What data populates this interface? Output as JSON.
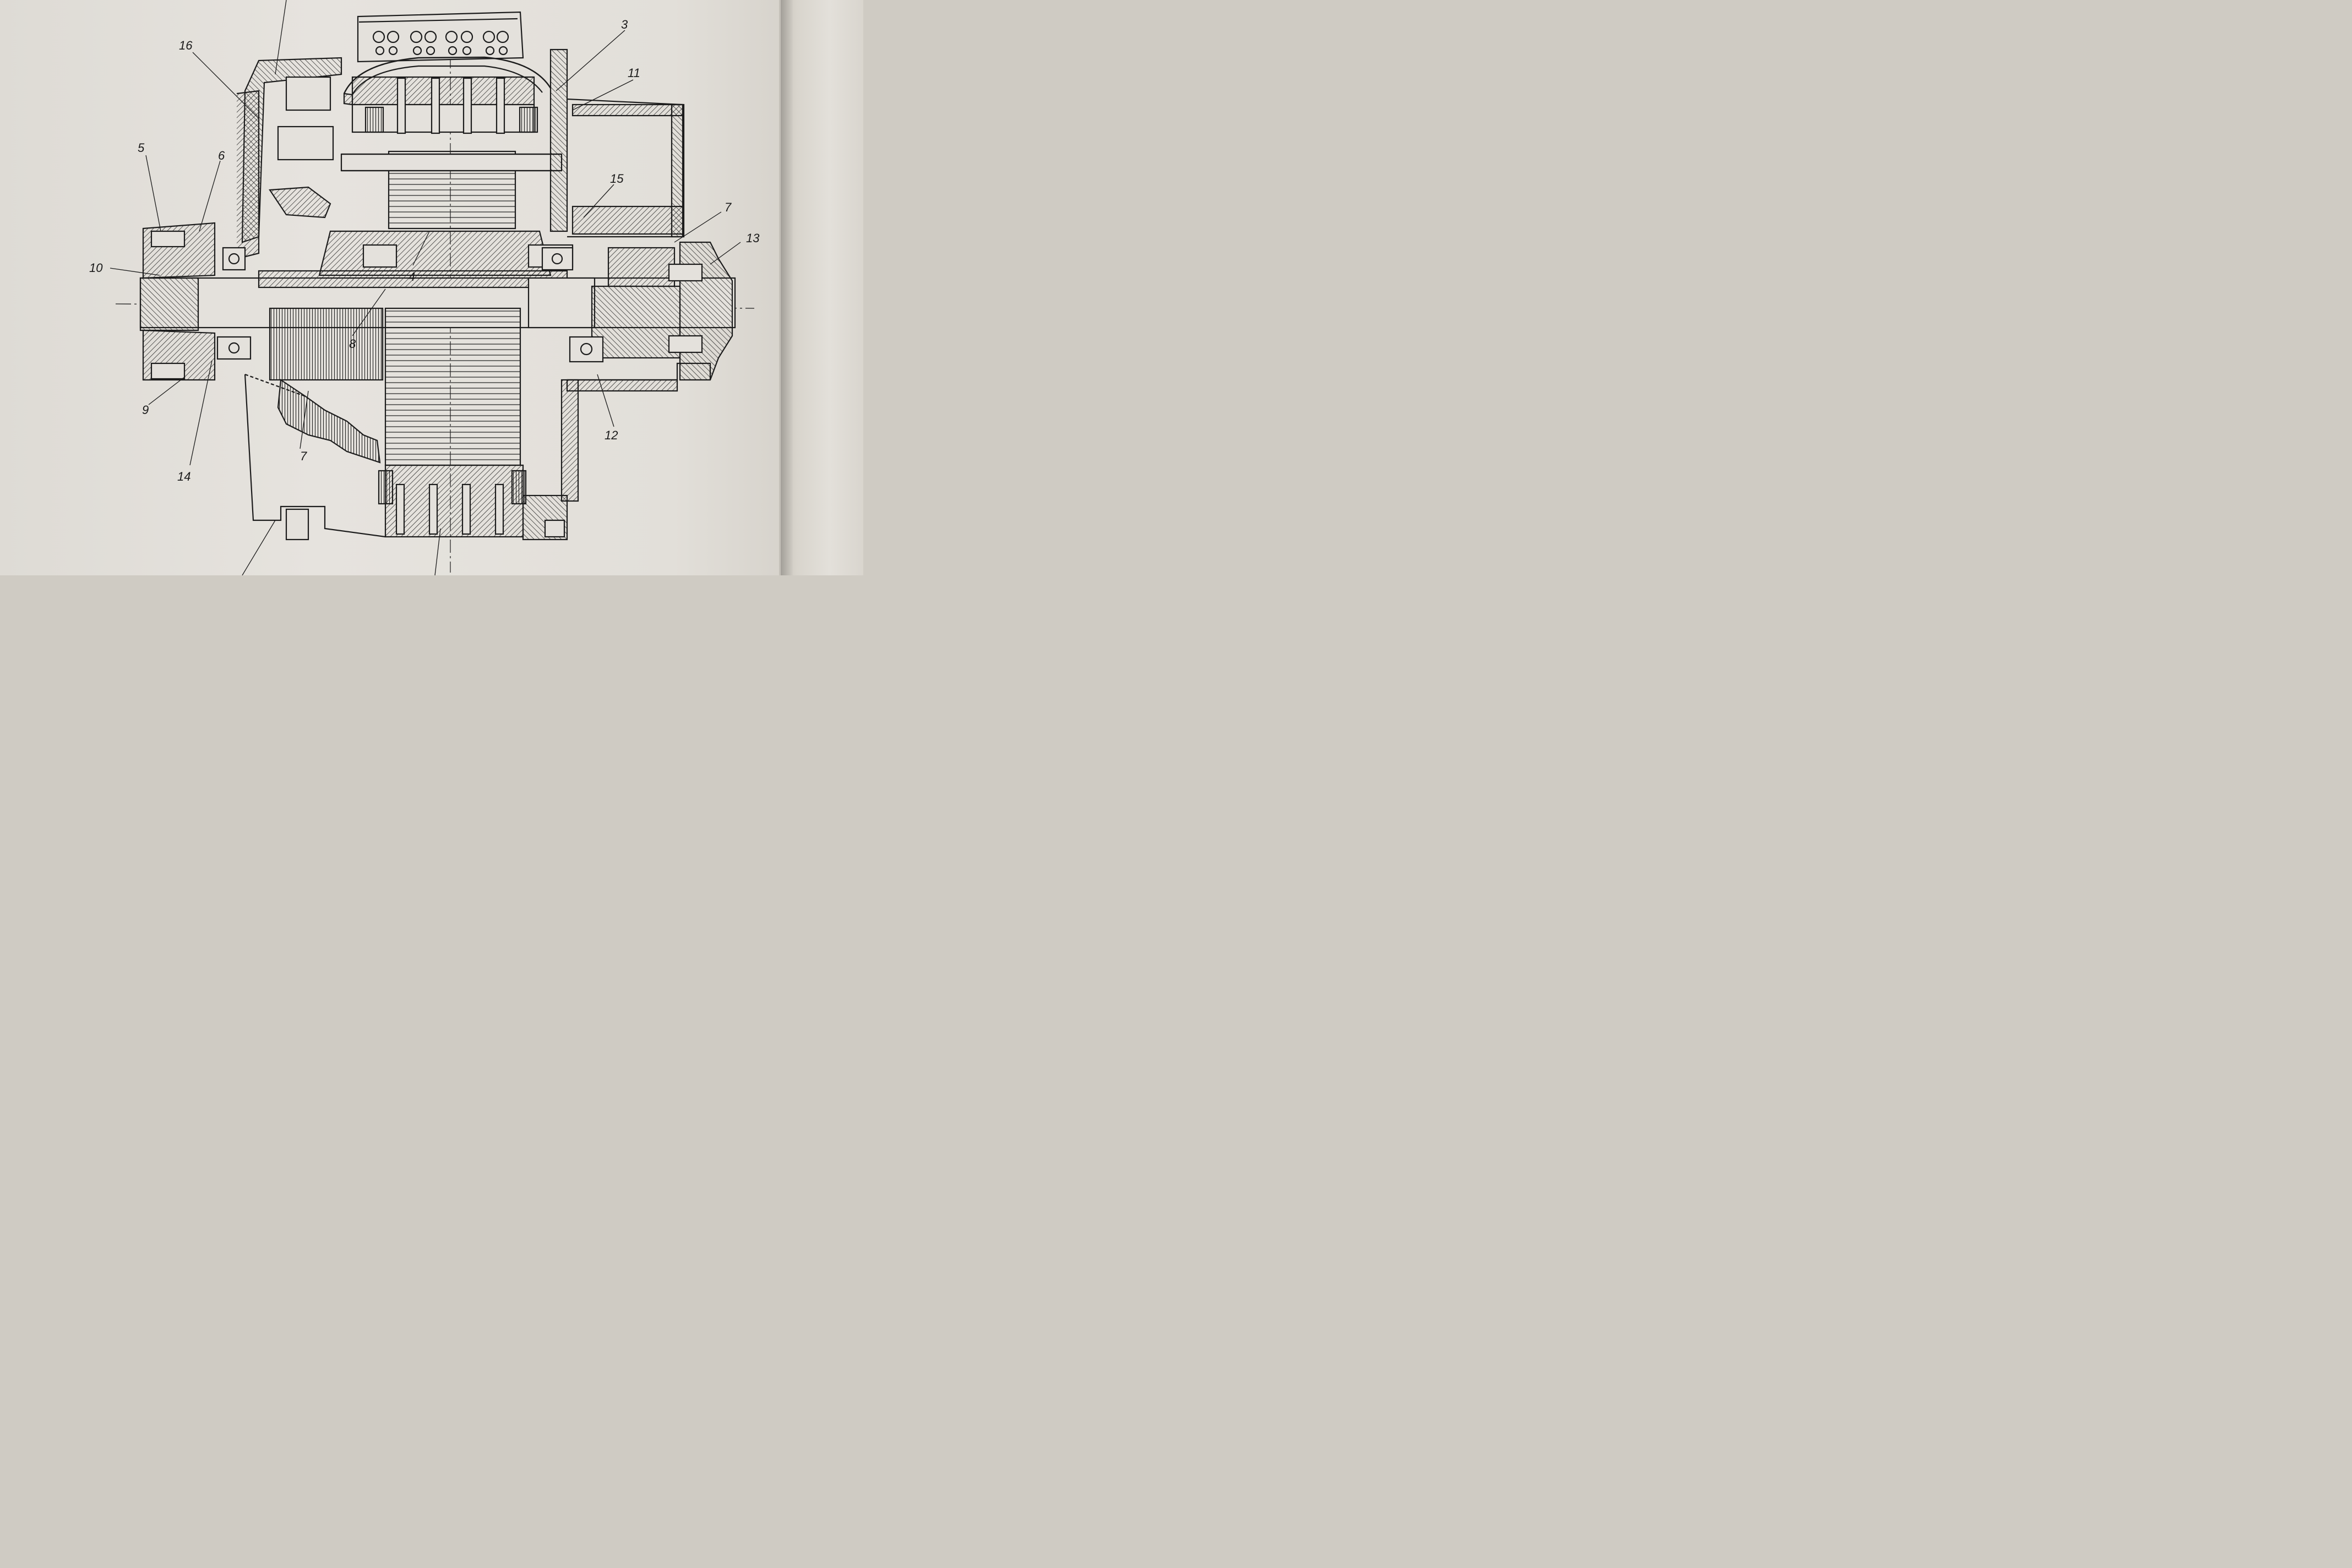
{
  "diagram": {
    "callouts": [
      {
        "id": "c3",
        "text": "3"
      },
      {
        "id": "c4",
        "text": "4"
      },
      {
        "id": "c5",
        "text": "5"
      },
      {
        "id": "c6",
        "text": "6"
      },
      {
        "id": "c7a",
        "text": "7"
      },
      {
        "id": "c7b",
        "text": "7"
      },
      {
        "id": "c8",
        "text": "8"
      },
      {
        "id": "c9",
        "text": "9"
      },
      {
        "id": "c10",
        "text": "10"
      },
      {
        "id": "c11",
        "text": "11"
      },
      {
        "id": "c12",
        "text": "12"
      },
      {
        "id": "c13",
        "text": "13"
      },
      {
        "id": "c14",
        "text": "14"
      },
      {
        "id": "c15",
        "text": "15"
      },
      {
        "id": "c16",
        "text": "16"
      }
    ]
  },
  "colors": {
    "ink": "#1c1c1c",
    "paper": "#e4e1dc",
    "text_ghost": "#4a4a4a"
  }
}
